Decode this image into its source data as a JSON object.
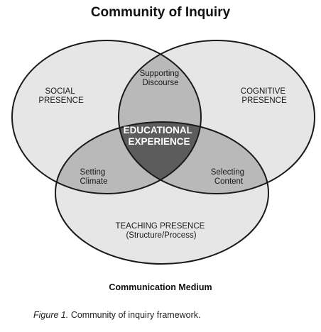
{
  "title": "Community of Inquiry",
  "regions": {
    "social_presence": [
      "SOCIAL",
      "PRESENCE"
    ],
    "cognitive_presence": [
      "COGNITIVE",
      "PRESENCE"
    ],
    "teaching_presence": [
      "TEACHING PRESENCE",
      "(Structure/Process)"
    ],
    "supporting_discourse": [
      "Supporting",
      "Discourse"
    ],
    "setting_climate": [
      "Setting",
      "Climate"
    ],
    "selecting_content": [
      "Selecting",
      "Content"
    ],
    "educational_experience": [
      "EDUCATIONAL",
      "EXPERIENCE"
    ]
  },
  "bottom_label": "Communication Medium",
  "caption": {
    "figure_label": "Figure 1.",
    "text": "Community of inquiry framework."
  },
  "colors": {
    "single": "#e6e6e6",
    "pair_overlap": "#b9b9b9",
    "center": "#5c5c5c",
    "stroke": "#1a1a1a"
  }
}
